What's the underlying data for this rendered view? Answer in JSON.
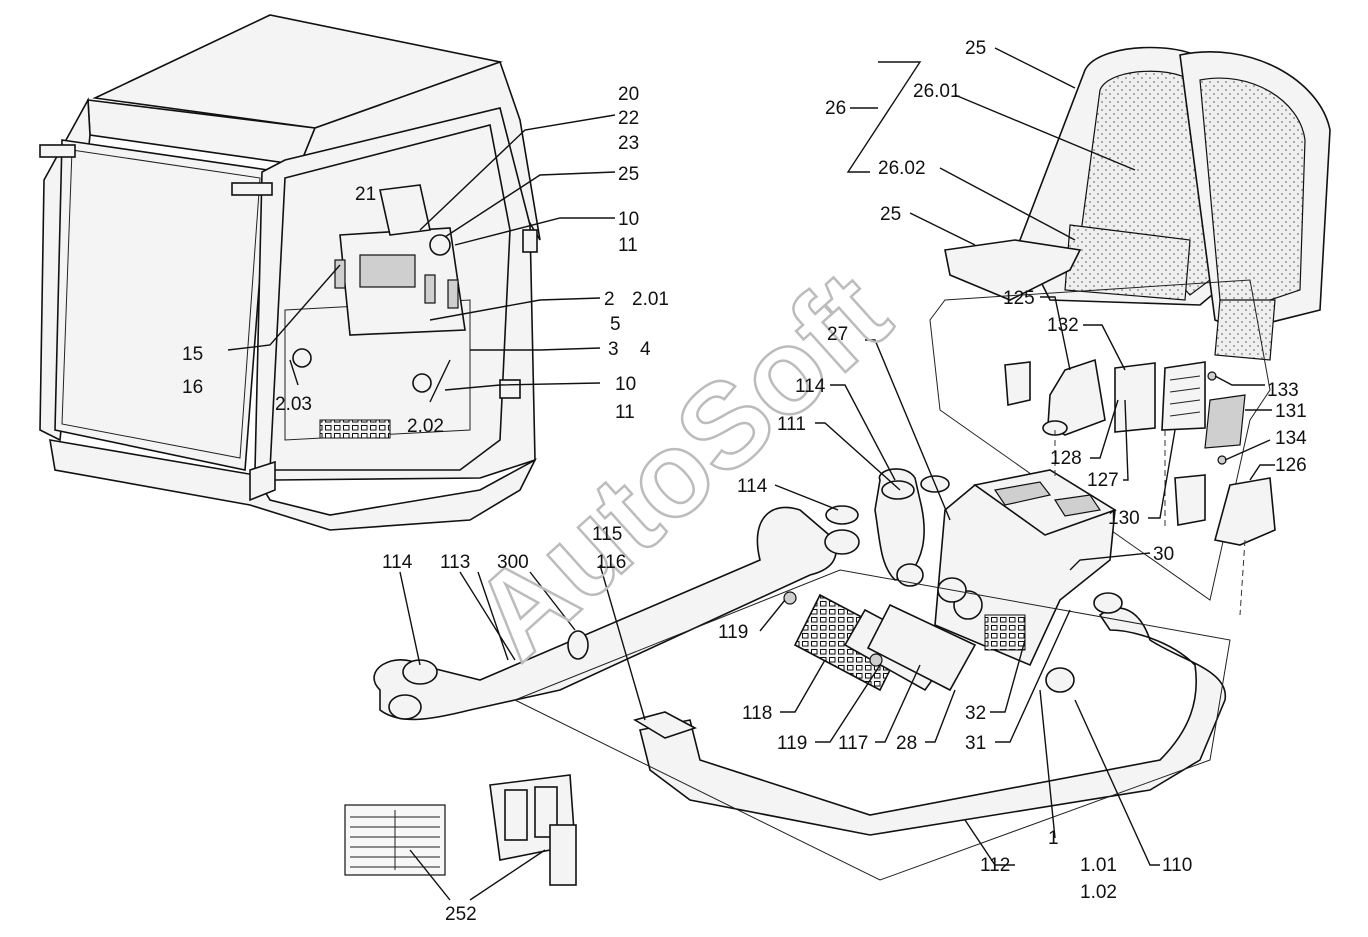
{
  "watermark": "AutoSoft",
  "labels": {
    "l20": "20",
    "l22": "22",
    "l23": "23",
    "l25a": "25",
    "l10a": "10",
    "l11a": "11",
    "l21": "21",
    "l2": "2",
    "l201": "2.01",
    "l5": "5",
    "l3": "3",
    "l4": "4",
    "l15": "15",
    "l16": "16",
    "l10b": "10",
    "l11b": "11",
    "l203": "2.03",
    "l202": "2.02",
    "l25b": "25",
    "l26": "26",
    "l2601": "26.01",
    "l2602": "26.02",
    "l25c": "25",
    "l125": "125",
    "l27": "27",
    "l132": "132",
    "l133": "133",
    "l131": "131",
    "l114a": "114",
    "l111": "111",
    "l128": "128",
    "l127": "127",
    "l134": "134",
    "l126": "126",
    "l114b": "114",
    "l130": "130",
    "l115": "115",
    "l116": "116",
    "l114c": "114",
    "l113": "113",
    "l300": "300",
    "l30": "30",
    "l119a": "119",
    "l118": "118",
    "l119b": "119",
    "l117": "117",
    "l28": "28",
    "l32": "32",
    "l31": "31",
    "l1": "1",
    "l101": "1.01",
    "l102": "1.02",
    "l112": "112",
    "l110": "110",
    "l252": "252"
  }
}
